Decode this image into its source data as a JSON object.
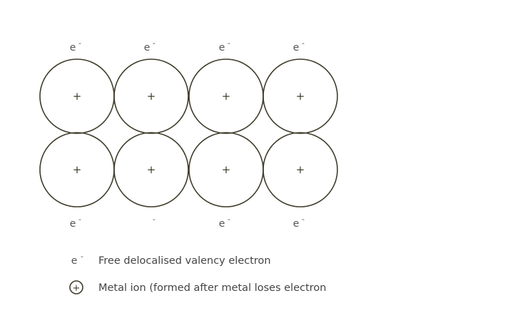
{
  "diagram": {
    "ion_symbol": "+",
    "electron_symbol": "e",
    "minus_symbol": "-",
    "rows": 2,
    "columns": 4,
    "top_electrons": [
      "e",
      "e",
      "e",
      "e"
    ],
    "bottom_electrons": [
      "e",
      "",
      "e",
      "e"
    ],
    "stroke_color": "#3f3c2a"
  },
  "legend": {
    "electron_symbol": "e",
    "minus_symbol": "-",
    "electron_label": "Free delocalised valency electron",
    "ion_symbol": "+",
    "ion_label": "Metal ion (formed after metal loses electron"
  }
}
